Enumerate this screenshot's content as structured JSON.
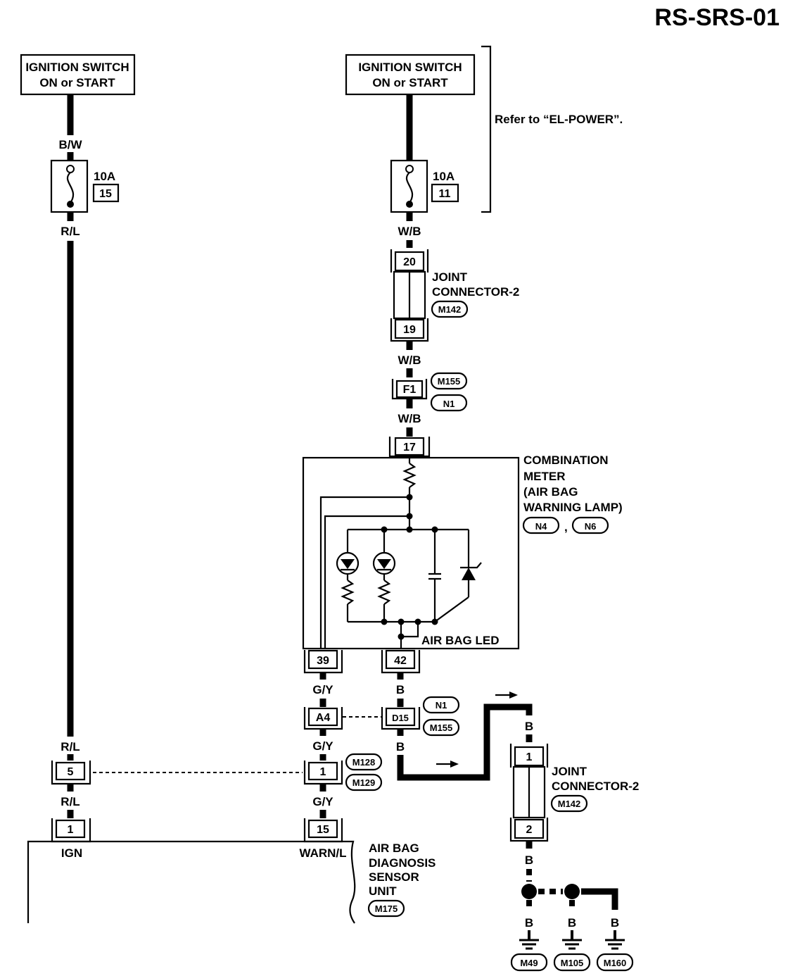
{
  "page_title": "RS-SRS-01",
  "power_left": {
    "line1": "IGNITION SWITCH",
    "line2": "ON or START"
  },
  "power_right": {
    "line1": "IGNITION SWITCH",
    "line2": "ON or START"
  },
  "refer_note": "Refer to “EL-POWER”.",
  "fuse_left": {
    "rating": "10A",
    "number": "15"
  },
  "fuse_right": {
    "rating": "10A",
    "number": "11"
  },
  "wire_colors": {
    "bw": "B/W",
    "rl_1": "R/L",
    "rl_2": "R/L",
    "rl_3": "R/L",
    "wb_1": "W/B",
    "wb_2": "W/B",
    "wb_3": "W/B",
    "gy_1": "G/Y",
    "gy_2": "G/Y",
    "gy_3": "G/Y",
    "b_1": "B",
    "b_2": "B",
    "b_3": "B",
    "b_4": "B",
    "b_5": "B",
    "b_6": "B",
    "b_7": "B"
  },
  "joint_connector_top": {
    "line1": "JOINT",
    "line2": "CONNECTOR-2",
    "ref": "M142",
    "pin_top": "20",
    "pin_bottom": "19"
  },
  "joint_connector_bottom": {
    "line1": "JOINT",
    "line2": "CONNECTOR-2",
    "ref": "M142",
    "pin_top": "1",
    "pin_bottom": "2"
  },
  "connector_f1": {
    "pin": "F1",
    "ref1": "M155",
    "ref2": "N1"
  },
  "combination_meter": {
    "line1": "COMBINATION",
    "line2": "METER",
    "line3": "(AIR BAG",
    "line4": "WARNING LAMP)",
    "ref1": "N4",
    "sep": ",",
    "ref2": "N6",
    "pin_in": "17",
    "pin_out_left": "39",
    "pin_out_right": "42",
    "led_label": "AIR BAG LED"
  },
  "connector_a4_d15": {
    "pin_a4": "A4",
    "pin_d15": "D15",
    "ref1": "N1",
    "ref2": "M155"
  },
  "connector_5_1": {
    "pin_left": "5",
    "pin_right": "1",
    "ref1": "M128",
    "ref2": "M129"
  },
  "diagnosis_unit": {
    "line1": "AIR BAG",
    "line2": "DIAGNOSIS",
    "line3": "SENSOR",
    "line4": "UNIT",
    "ref": "M175",
    "pin_ign": "1",
    "pin_ign_label": "IGN",
    "pin_warn": "15",
    "pin_warn_label": "WARN/L"
  },
  "grounds": [
    "M49",
    "M105",
    "M160"
  ]
}
